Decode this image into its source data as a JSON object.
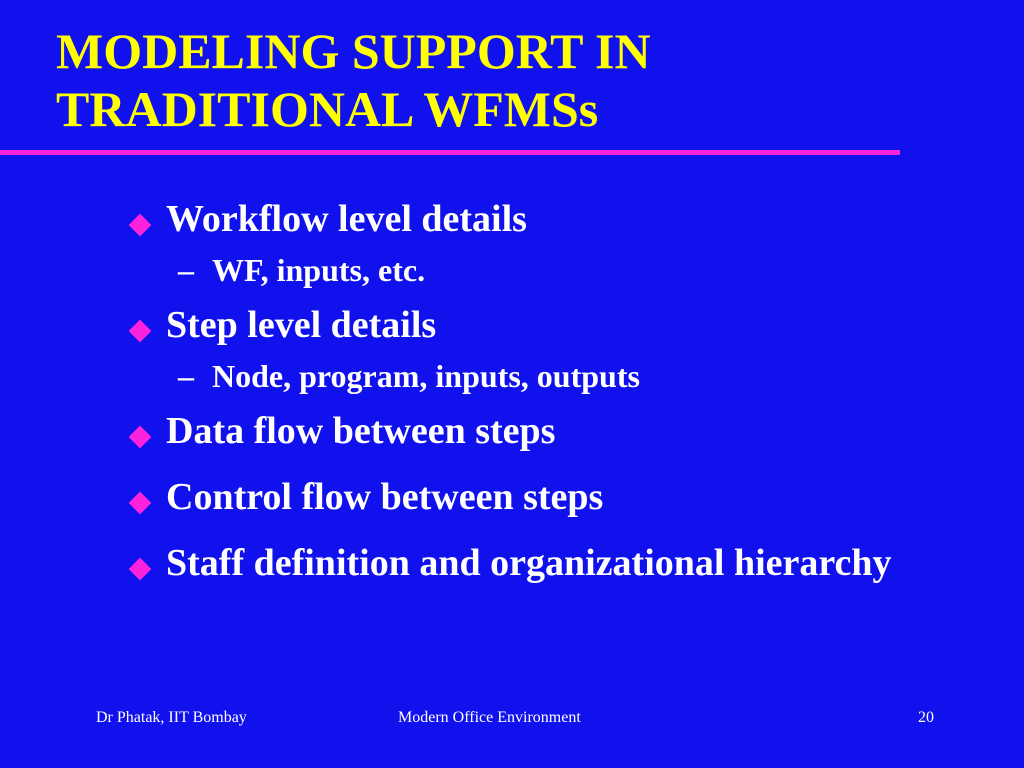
{
  "slide": {
    "title_lines": [
      "MODELING SUPPORT IN",
      "TRADITIONAL WFMSs"
    ],
    "bullets": [
      {
        "text": "Workflow level details",
        "sub": [
          "WF, inputs, etc."
        ]
      },
      {
        "text": "Step level details",
        "sub": [
          "Node, program, inputs, outputs"
        ]
      },
      {
        "text": "Data flow between steps",
        "sub": []
      },
      {
        "text": "Control flow between steps",
        "sub": []
      },
      {
        "text": "Staff definition and organizational hierarchy",
        "sub": []
      }
    ],
    "dash_glyph": "–",
    "footer": {
      "left": "Dr Phatak, IIT Bombay",
      "center": "Modern Office Environment",
      "right": "20"
    },
    "colors": {
      "background": "#1111ee",
      "title": "#ffff00",
      "accent": "#ff22dd",
      "text": "#ffffff"
    },
    "icons": {
      "bullet": "diamond-icon"
    }
  }
}
